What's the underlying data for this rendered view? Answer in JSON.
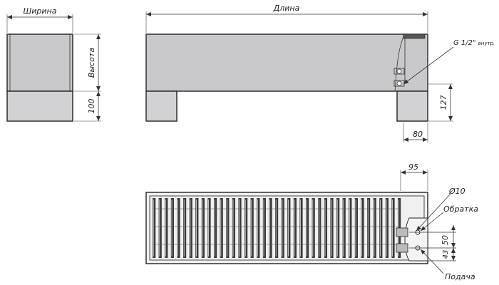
{
  "drawing": {
    "labels": {
      "width": "Ширина",
      "length": "Длина",
      "height": "Высота",
      "thread": "G 1/2\"",
      "thread_suffix": "внутр.",
      "return": "Обратка",
      "supply": "Подача",
      "diameter": "Ø10"
    },
    "dimensions": {
      "base_height": "100",
      "pipe_height": "127",
      "foot_width": "80",
      "offset_top": "95",
      "spacing_50": "50",
      "spacing_43": "43"
    }
  },
  "colors": {
    "body_fill": "#c9c9cb",
    "base_fill": "#d2d2d4",
    "grille_dark": "#3a3a3a",
    "grille_light": "#e0e0e0",
    "line": "#222222"
  }
}
